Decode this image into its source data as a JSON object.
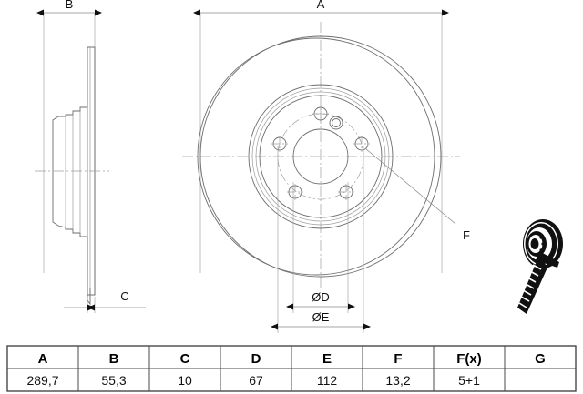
{
  "drawing": {
    "title_alt": "Brake disc technical drawing with dimension table",
    "dimensions": {
      "thickness_label": "B",
      "min_thickness_label": "C",
      "diameter_label": "A",
      "bore_label": "ØD",
      "pcd_label": "ØE",
      "hole_callout_label": "F"
    },
    "views": {
      "side_view_name": "side-section-view",
      "face_view_name": "face-view",
      "product_icon_name": "product-photo-icon"
    },
    "geometry": {
      "bolt_hole_count": 5,
      "extra_hole_count": 1
    }
  },
  "table": {
    "headers": [
      "A",
      "B",
      "C",
      "D",
      "E",
      "F",
      "F(x)",
      "G"
    ],
    "rows": [
      [
        "289,7",
        "55,3",
        "10",
        "67",
        "112",
        "13,2",
        "5+1",
        ""
      ]
    ]
  },
  "colors": {
    "line": "#6d6d6d",
    "text": "#111111",
    "table_border": "#4a4a4a",
    "background": "#ffffff"
  }
}
